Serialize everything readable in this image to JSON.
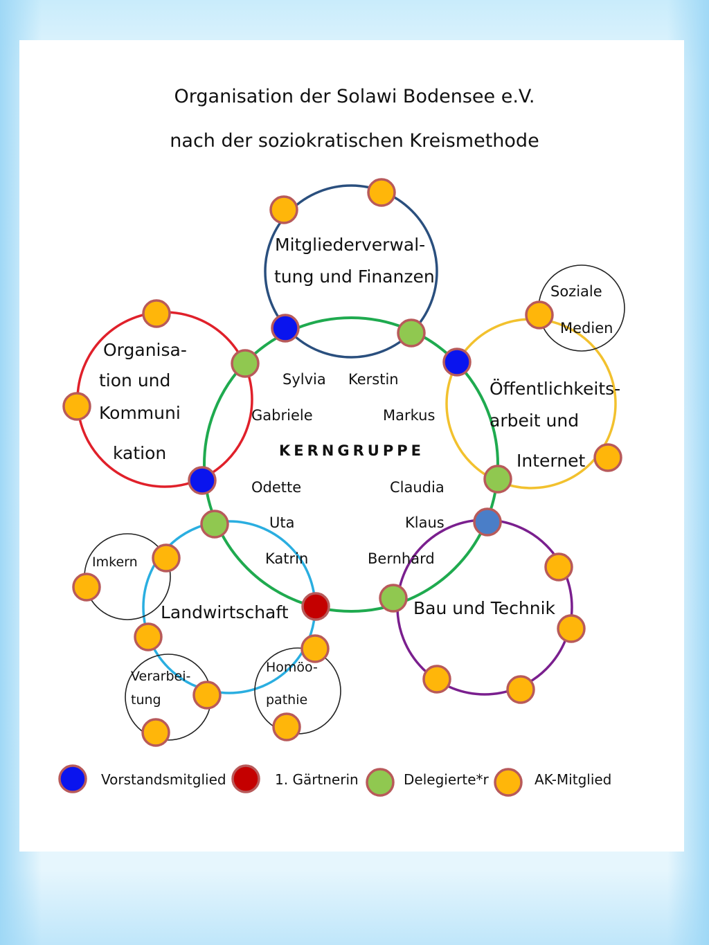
{
  "title_line1": "Organisation der Solawi Bodensee e.V.",
  "title_line2": "nach der soziokratischen Kreismethode",
  "circles": {
    "mitglieder": {
      "line1": "Mitgliederverwal-",
      "line2": "tung und Finanzen",
      "color": "#2a4f7e"
    },
    "orga": {
      "line1": "Organisa-",
      "line2": "tion und",
      "line3": "Kommuni",
      "line4": "kation",
      "color": "#e0202a"
    },
    "oeffentlich": {
      "line1": "Öffentlichkeits-",
      "line2": "arbeit  und",
      "line3": "Internet",
      "color": "#f2c12e"
    },
    "kern": {
      "label": "KERNGRUPPE",
      "color": "#1faa4f"
    },
    "landwirtschaft": {
      "label": "Landwirtschaft",
      "color": "#2aaee0"
    },
    "bau": {
      "label": "Bau und Technik",
      "color": "#7a1f8e"
    },
    "soziale": {
      "line1": "Soziale",
      "line2": "Medien"
    },
    "imkern": {
      "label": "Imkern"
    },
    "verarbeitung": {
      "line1": "Verarbei-",
      "line2": "tung"
    },
    "homoeopathie": {
      "line1": "Homöo-",
      "line2": "pathie"
    }
  },
  "names": [
    "Sylvia",
    "Kerstin",
    "Gabriele",
    "Markus",
    "Odette",
    "Claudia",
    "Uta",
    "Klaus",
    "Katrin",
    "Bernhard"
  ],
  "legend": [
    {
      "label": "Vorstandsmitglied",
      "color": "#0a14ee"
    },
    {
      "label": "1. Gärtnerin",
      "color": "#c40000"
    },
    {
      "label": "Delegierte*r",
      "color": "#90c850"
    },
    {
      "label": "AK-Mitglied",
      "color": "#ffb60a"
    }
  ],
  "colors": {
    "node_border": "#b85a5a",
    "vorstand": "#0a14ee",
    "gaertnerin": "#c40000",
    "delegiert": "#90c850",
    "ak": "#ffb60a",
    "delegiert_blue": "#4a7ec8"
  }
}
